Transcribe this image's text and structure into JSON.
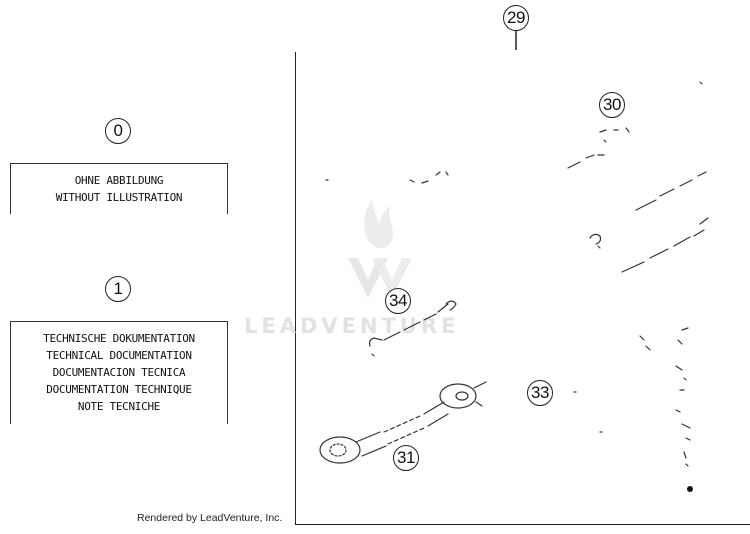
{
  "callouts": {
    "c29": "29",
    "c30": "30",
    "c0": "0",
    "c1": "1",
    "c34": "34",
    "c33": "33",
    "c31": "31"
  },
  "notes": {
    "no_illustration": [
      "OHNE ABBILDUNG",
      "WITHOUT ILLUSTRATION"
    ],
    "tech_doc": [
      "TECHNISCHE DOKUMENTATION",
      "TECHNICAL DOCUMENTATION",
      "DOCUMENTACION TECNICA",
      "DOCUMENTATION TECHNIQUE",
      "NOTE TECNICHE"
    ]
  },
  "watermark": "LEADVENTURE",
  "credit": "Rendered by LeadVenture, Inc."
}
